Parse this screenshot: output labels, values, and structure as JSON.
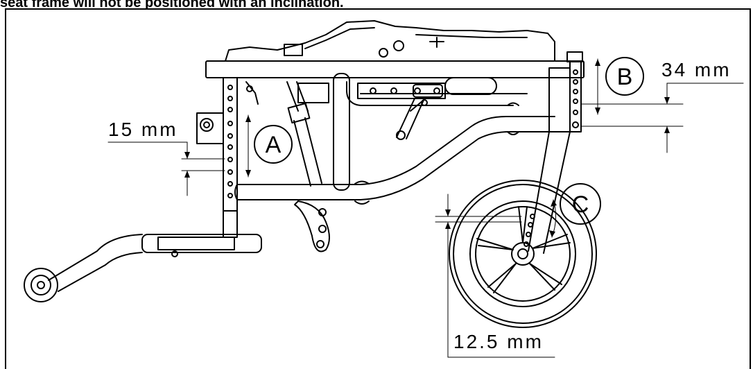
{
  "caption": "seat frame will not be positioned with an inclination.",
  "labels": {
    "a": "A",
    "b": "B",
    "c": "C"
  },
  "dimensions": {
    "a_adjust": "15 mm",
    "b_adjust": "34 mm",
    "c_adjust": "12.5 mm"
  }
}
